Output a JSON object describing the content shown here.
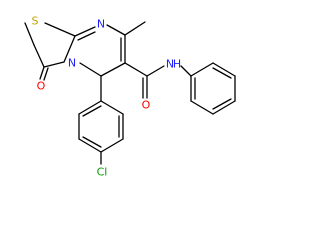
{
  "molecule": {
    "atoms": {
      "sulfur": {
        "symbol": "S",
        "color": "#c6a400"
      },
      "ring_nitrogen_top": {
        "symbol": "N",
        "color": "#2020ff"
      },
      "ring_nitrogen_bridge": {
        "symbol": "N",
        "color": "#2020ff"
      },
      "carbonyl_oxygen_ring": {
        "symbol": "O",
        "color": "#ff0000"
      },
      "amide_oxygen": {
        "symbol": "O",
        "color": "#ff0000"
      },
      "amide_nh": {
        "symbol": "N",
        "hydrogen": "H",
        "color": "#2020ff"
      },
      "chlorine": {
        "symbol": "Cl",
        "color": "#00a000"
      }
    },
    "bond_color": "#000000"
  }
}
